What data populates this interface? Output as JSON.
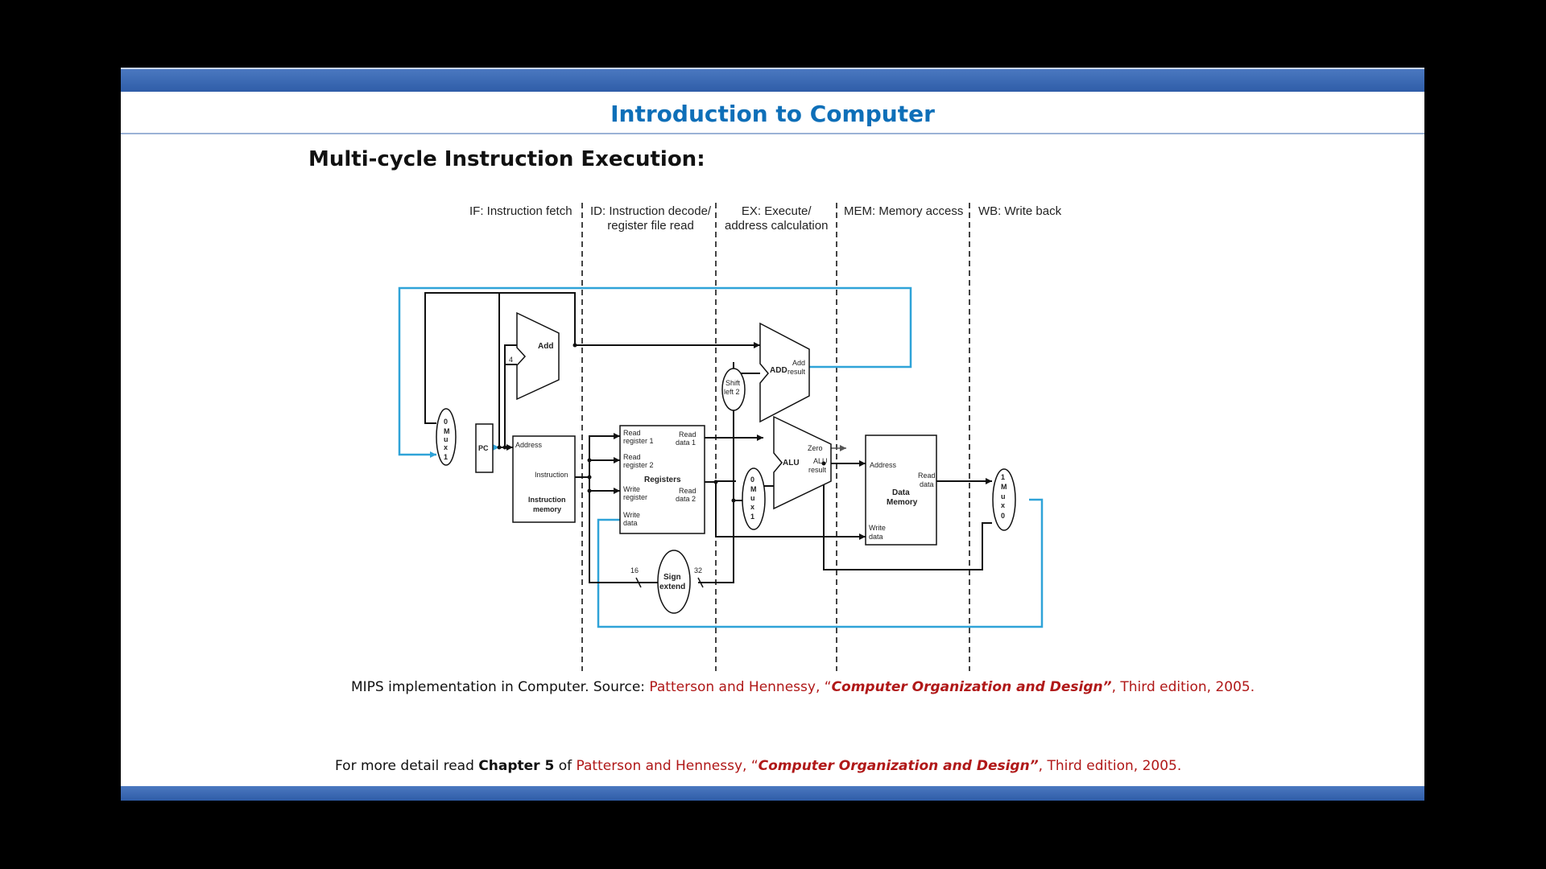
{
  "slide": {
    "title": "Introduction to Computer",
    "subtitle": "Multi-cycle Instruction Execution:"
  },
  "diagram": {
    "stages": [
      {
        "line1": "IF: Instruction fetch",
        "line2": ""
      },
      {
        "line1": "ID: Instruction decode/",
        "line2": "register file read"
      },
      {
        "line1": "EX: Execute/",
        "line2": "address calculation"
      },
      {
        "line1": "MEM: Memory access",
        "line2": ""
      },
      {
        "line1": "WB: Write back",
        "line2": ""
      }
    ],
    "labels": {
      "add": "Add",
      "four": "4",
      "pc": "PC",
      "mux1_0": "0",
      "mux1_m": "M",
      "mux1_u": "u",
      "mux1_x": "x",
      "mux1_1": "1",
      "imem_address": "Address",
      "imem_instruction": "Instruction",
      "imem_name1": "Instruction",
      "imem_name2": "memory",
      "read_reg1_a": "Read",
      "read_reg1_b": "register 1",
      "read_reg2_a": "Read",
      "read_reg2_b": "register 2",
      "write_reg_a": "Write",
      "write_reg_b": "register",
      "write_data_a": "Write",
      "write_data_b": "data",
      "read_data1_a": "Read",
      "read_data1_b": "data 1",
      "read_data2_a": "Read",
      "read_data2_b": "data 2",
      "registers": "Registers",
      "sixteen": "16",
      "thirtytwo": "32",
      "sign": "Sign",
      "extend": "extend",
      "shift": "Shift",
      "left2": "left 2",
      "add2": "ADD",
      "add_result_a": "Add",
      "add_result_b": "result",
      "alu": "ALU",
      "zero": "Zero",
      "alu_result_a": "ALU",
      "alu_result_b": "result",
      "mux2_0": "0",
      "mux2_m": "M",
      "mux2_u": "u",
      "mux2_x": "x",
      "mux2_1": "1",
      "dmem_address": "Address",
      "dmem_read_a": "Read",
      "dmem_read_b": "data",
      "dmem_name1": "Data",
      "dmem_name2": "Memory",
      "dmem_write_a": "Write",
      "dmem_write_b": "data",
      "mux3_1": "1",
      "mux3_m": "M",
      "mux3_u": "u",
      "mux3_x": "x",
      "mux3_0": "0"
    }
  },
  "caption": {
    "prefix": "MIPS implementation in Computer. Source: ",
    "authors": "Patterson and Hennessy, “",
    "book": "Computer  Organization and Design”",
    "suffix": ", Third edition, 2005."
  },
  "footer": {
    "prefix": "For more detail read ",
    "chapter": "Chapter 5",
    "of": " of ",
    "authors": "Patterson and Hennessy, “",
    "book": "Computer  Organization and Design”",
    "suffix": ", Third edition, 2005."
  },
  "colors": {
    "title": "#0e6fb8",
    "bar": "#2f5da8",
    "highlight_wire": "#2fa3d8",
    "reference_red": "#b01818"
  }
}
